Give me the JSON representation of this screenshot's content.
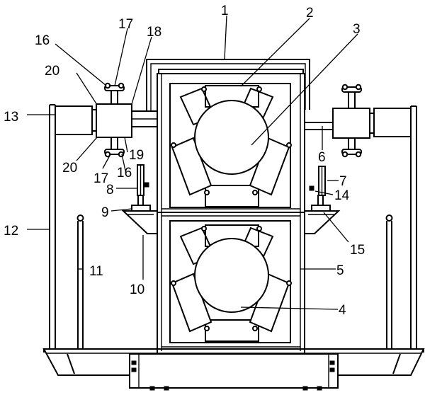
{
  "diagram": {
    "callouts": [
      {
        "id": "c1",
        "text": "1"
      },
      {
        "id": "c2",
        "text": "2"
      },
      {
        "id": "c3",
        "text": "3"
      },
      {
        "id": "c4",
        "text": "4"
      },
      {
        "id": "c5",
        "text": "5"
      },
      {
        "id": "c6",
        "text": "6"
      },
      {
        "id": "c7",
        "text": "7"
      },
      {
        "id": "c8",
        "text": "8"
      },
      {
        "id": "c9",
        "text": "9"
      },
      {
        "id": "c10",
        "text": "10"
      },
      {
        "id": "c11",
        "text": "11"
      },
      {
        "id": "c12",
        "text": "12"
      },
      {
        "id": "c13",
        "text": "13"
      },
      {
        "id": "c14",
        "text": "14"
      },
      {
        "id": "c15",
        "text": "15"
      },
      {
        "id": "c16a",
        "text": "16"
      },
      {
        "id": "c16b",
        "text": "16"
      },
      {
        "id": "c17a",
        "text": "17"
      },
      {
        "id": "c17b",
        "text": "17"
      },
      {
        "id": "c18",
        "text": "18"
      },
      {
        "id": "c19",
        "text": "19"
      },
      {
        "id": "c20a",
        "text": "20"
      },
      {
        "id": "c20b",
        "text": "20"
      }
    ]
  }
}
